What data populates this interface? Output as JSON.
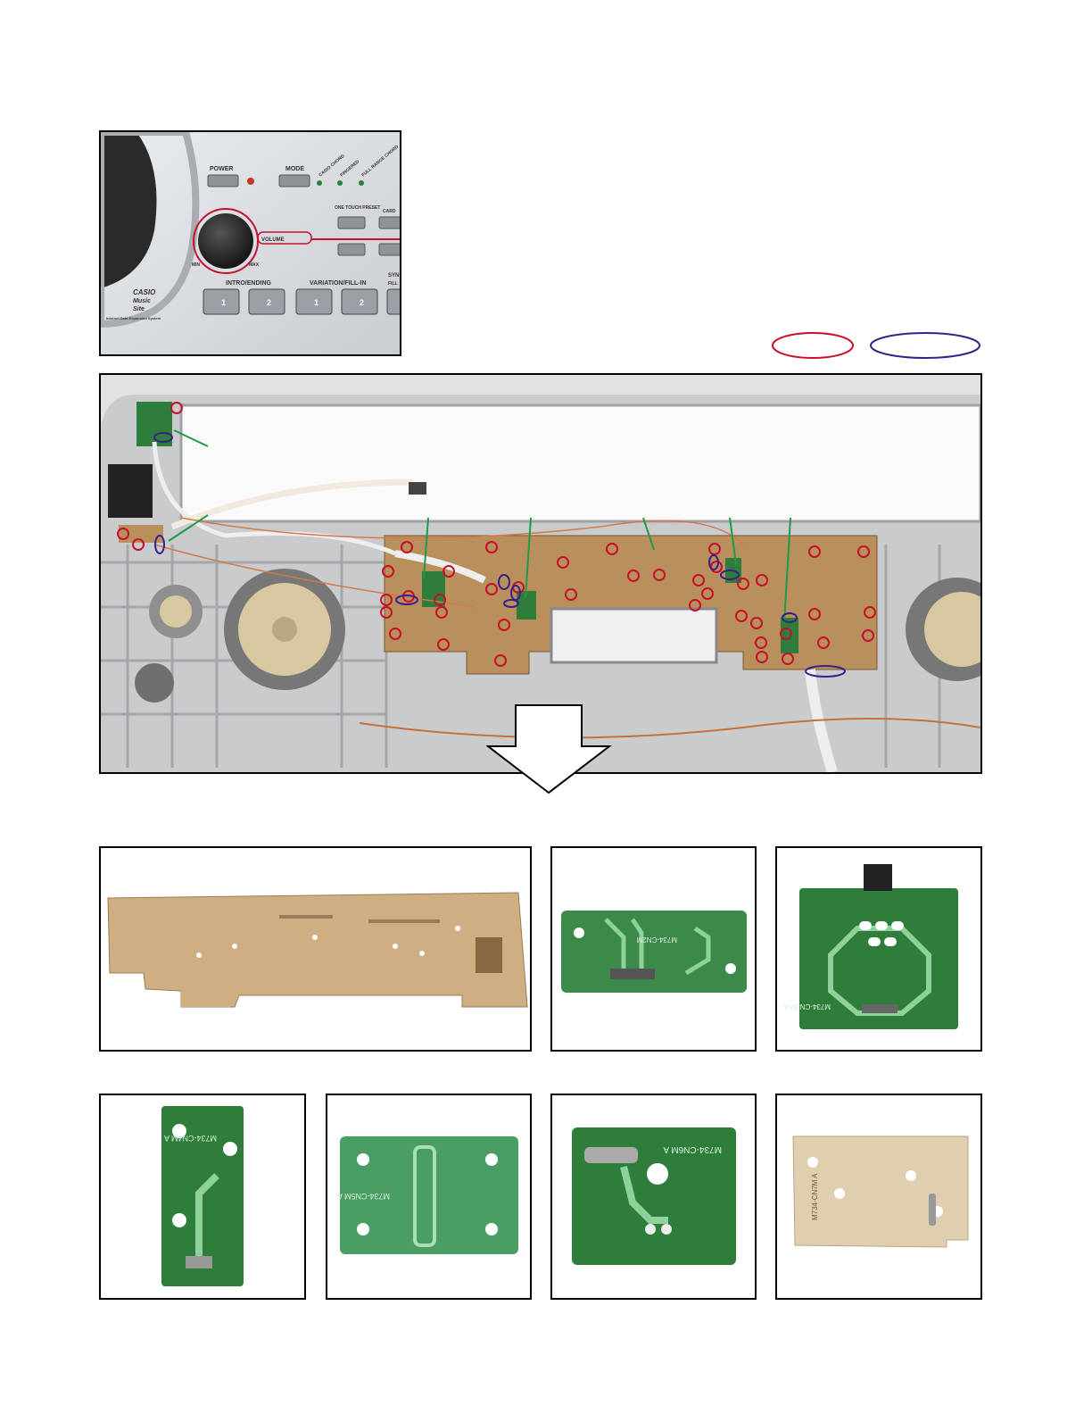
{
  "panel_photo": {
    "button_labels": {
      "power": "POWER",
      "mode": "MODE",
      "casio_chord": "CASIO CHORD",
      "fingered": "FINGERED",
      "full_range_chord": "FULL RANGE CHORD",
      "one_touch_preset": "ONE TOUCH PRESET",
      "card": "CARD",
      "volume": "VOLUME",
      "min": "MIN",
      "max": "MAX",
      "intro_ending": "INTRO/ENDING",
      "variation_fill_in": "VARIATION/FILL-IN",
      "syn": "SYN",
      "fill": "FILL"
    },
    "pad_numbers": [
      "1",
      "2",
      "1",
      "2"
    ],
    "brand_lines": [
      "CASIO",
      "Music",
      "Site"
    ],
    "brand_sub": "Internet Data Expansion System"
  },
  "legend": {
    "screw_color": "#c8102e",
    "connector_color": "#3a1e8c"
  },
  "board_silkscreen": {
    "cn4m": "M734-CN4M A",
    "cn5m": "M734-CN5M A",
    "cn6m": "M734-CN6M A",
    "cn3m": "M734-CN3M A",
    "cn2m": "M734-CN2M",
    "cn7m": "M734-CN7M A"
  },
  "colors": {
    "pcb_brown": "#b98f5c",
    "pcb_green": "#2e7d3a",
    "housing": "#c9cbcd",
    "leader": "#1f9a4a"
  }
}
